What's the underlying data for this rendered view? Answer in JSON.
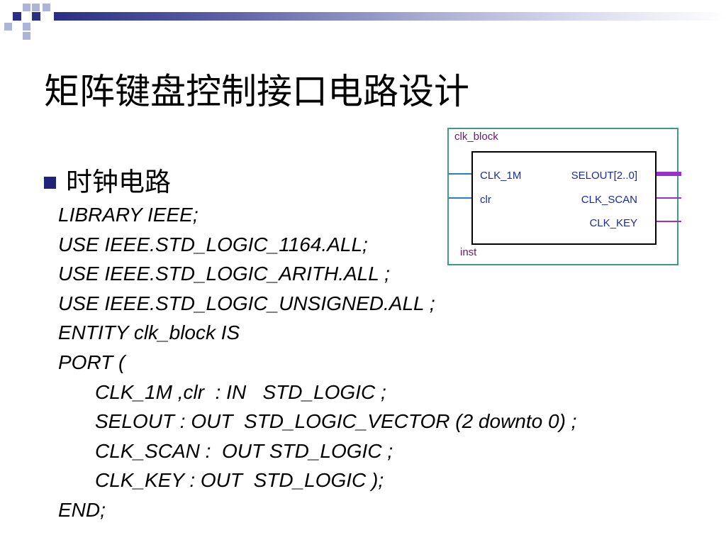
{
  "slide": {
    "title": "矩阵键盘控制接口电路设计",
    "section": "时钟电路"
  },
  "code_lines": [
    "LIBRARY IEEE;",
    "USE IEEE.STD_LOGIC_1164.ALL;",
    "USE IEEE.STD_LOGIC_ARITH.ALL ;",
    "USE IEEE.STD_LOGIC_UNSIGNED.ALL ;",
    "ENTITY clk_block IS",
    "PORT (",
    "CLK_1M ,clr  : IN   STD_LOGIC ;",
    "SELOUT : OUT  STD_LOGIC_VECTOR (2 downto 0) ;",
    "CLK_SCAN :  OUT STD_LOGIC ;",
    "CLK_KEY : OUT  STD_LOGIC );",
    "END;"
  ],
  "symbol": {
    "name": "clk_block",
    "instance": "inst",
    "inputs": [
      "CLK_1M",
      "clr"
    ],
    "outputs": [
      "SELOUT[2..0]",
      "CLK_SCAN",
      "CLK_KEY"
    ]
  },
  "colors": {
    "theme_dark": "#2a2f86",
    "theme_light": "#aeb3d9",
    "symbol_frame": "#3f9a86",
    "symbol_label": "#6b1a6b",
    "port_text": "#1b2a9e",
    "input_pin": "#2c7fb8",
    "output_pin": "#9b30d0"
  }
}
